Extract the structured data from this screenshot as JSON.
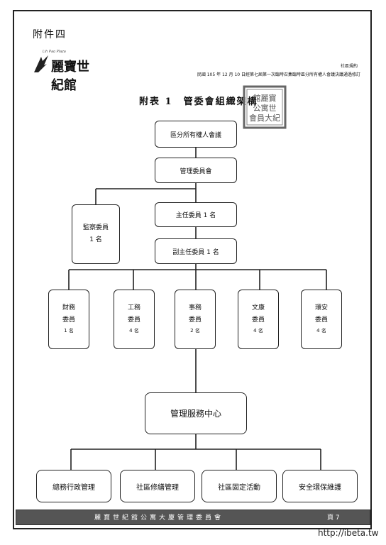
{
  "header": {
    "attachment_label": "附件四",
    "logo_text": "麗寶世紀館",
    "logo_small": "Lih Pao Plaza",
    "rules_ref": "社區規約",
    "amend_note": "民國 105 年 12 月 10 日經第七屆第一次臨時召集臨時區分所有權人會議決議通過修訂",
    "seal_text": "麗寶世紀館公寓大廈管理委員會"
  },
  "title": "附表 1　管委會組織架構",
  "org": {
    "owners_meeting": "區分所有權人會議",
    "committee": "管理委員會",
    "supervisor": {
      "name": "監察委員",
      "count": "1 名"
    },
    "chair": "主任委員 1 名",
    "vice_chair": "副主任委員 1 名",
    "members": [
      {
        "name1": "財務",
        "name2": "委員",
        "count": "1 名"
      },
      {
        "name1": "工務",
        "name2": "委員",
        "count": "4 名"
      },
      {
        "name1": "事務",
        "name2": "委員",
        "count": "2 名"
      },
      {
        "name1": "文康",
        "name2": "委員",
        "count": "4 名"
      },
      {
        "name1": "環安",
        "name2": "委員",
        "count": "4 名"
      }
    ],
    "service_center": "管理服務中心",
    "departments": [
      "總務行政管理",
      "社區修繕管理",
      "社區固定活動",
      "安全環保維護"
    ]
  },
  "footer": {
    "title": "麗寶世紀館公寓大廈管理委員會",
    "page": "頁 7"
  },
  "watermark": "http://ibeta.tw"
}
